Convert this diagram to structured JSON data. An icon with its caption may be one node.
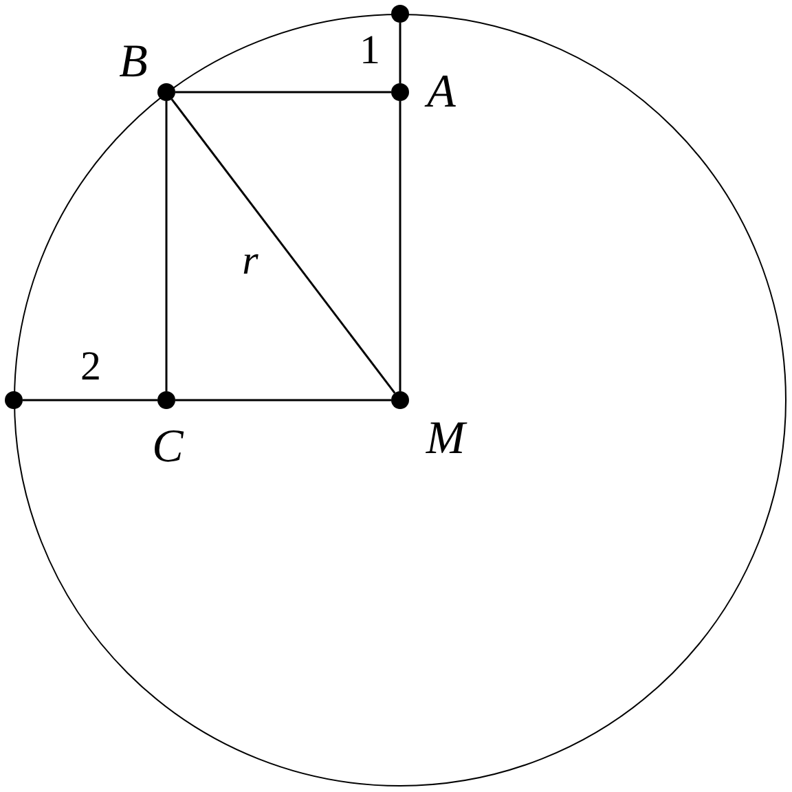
{
  "diagram": {
    "nodes": [
      {
        "text": [],
        "shape": "circle"
      },
      {
        "text": [
          "B"
        ]
      },
      {
        "text": [
          "A"
        ]
      },
      {
        "text": [],
        "shape": "circle"
      },
      {
        "text": [
          "C"
        ]
      },
      {
        "text": [
          "M"
        ]
      }
    ],
    "edges": [
      {
        "from": 0,
        "to": 2,
        "arrow": "none",
        "label": "1"
      },
      {
        "from": 1,
        "to": 2,
        "arrow": "none"
      },
      {
        "from": 1,
        "to": 4,
        "arrow": "none"
      },
      {
        "from": 1,
        "to": 5,
        "arrow": "none",
        "label": "r"
      },
      {
        "from": 2,
        "to": 5,
        "arrow": "none"
      },
      {
        "from": 3,
        "to": 4,
        "arrow": "none",
        "label": "2"
      },
      {
        "from": 4,
        "to": 5,
        "arrow": "none"
      }
    ]
  }
}
